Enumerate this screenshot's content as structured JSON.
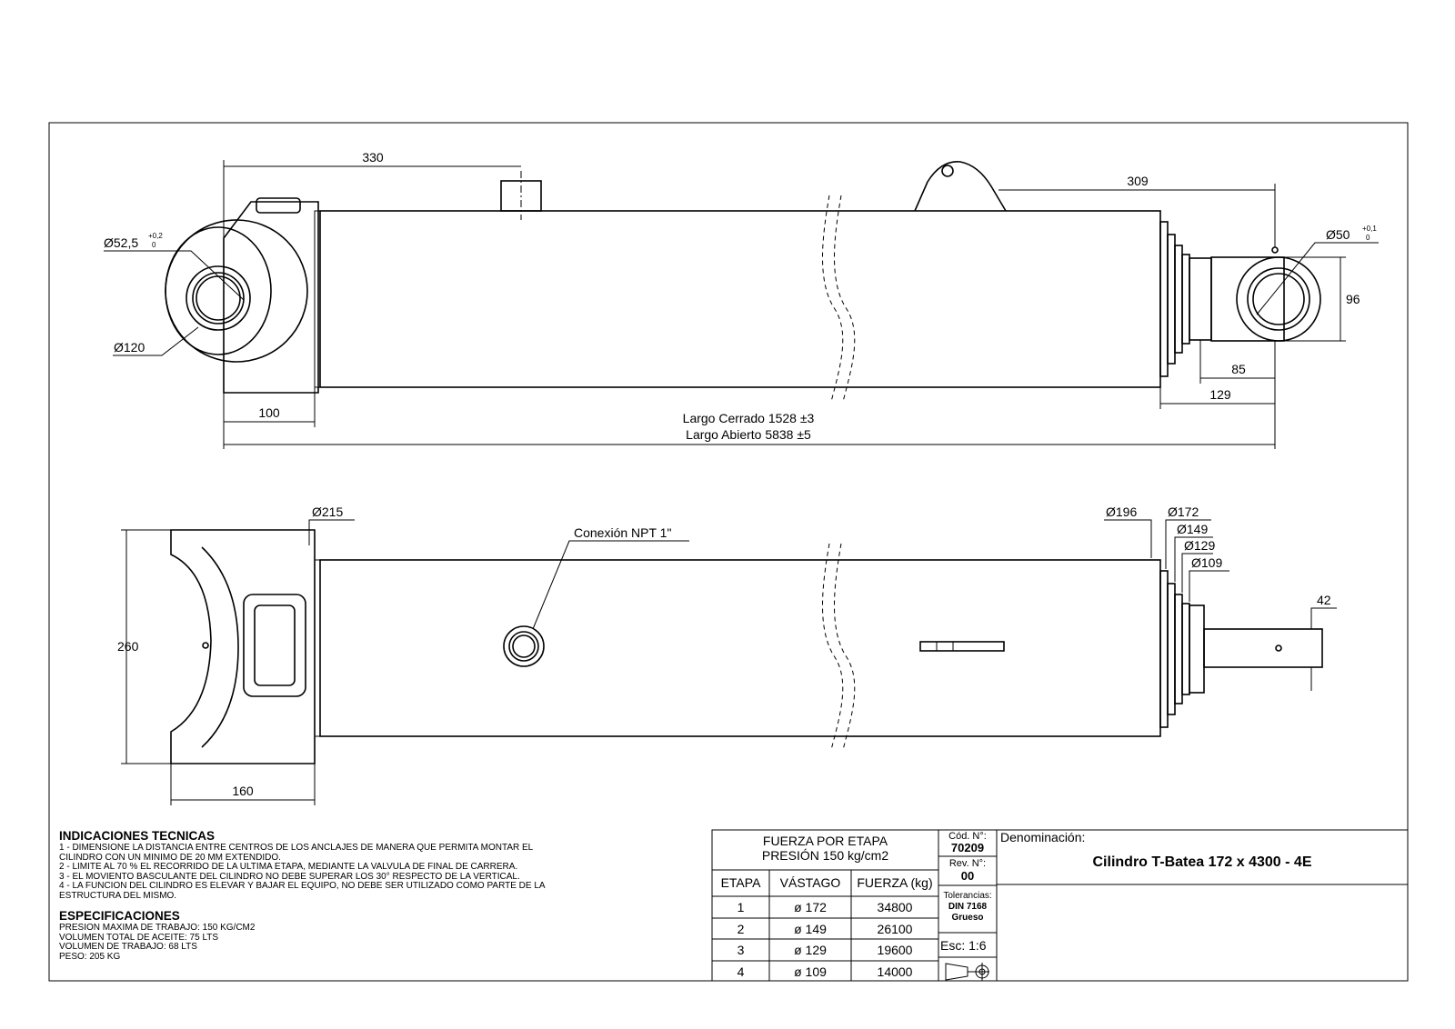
{
  "dims": {
    "d330": "330",
    "d309": "309",
    "d_pin_rear": "Ø52,5",
    "d_pin_rear_tol_top": "+0,2",
    "d_pin_rear_tol_bot": "0",
    "d_eye_rear": "Ø120",
    "d100": "100",
    "closed_len": "Largo Cerrado 1528 ±3",
    "open_len": "Largo Abierto 5838 ±5",
    "d_pin_front": "Ø50",
    "d_pin_front_tol_top": "+0,1",
    "d_pin_front_tol_bot": "0",
    "d96": "96",
    "d85": "85",
    "d129": "129",
    "d215": "Ø215",
    "npt": "Conexión NPT 1\"",
    "d196": "Ø196",
    "d172": "Ø172",
    "d149": "Ø149",
    "d129b": "Ø129",
    "d109": "Ø109",
    "d42": "42",
    "d260": "260",
    "d160": "160"
  },
  "notes": {
    "tech_title": "INDICACIONES TECNICAS",
    "tech_lines": [
      "1 - DIMENSIONE LA DISTANCIA ENTRE CENTROS DE LOS ANCLAJES DE MANERA QUE PERMITA MONTAR EL",
      "CILINDRO CON UN MINIMO DE 20 MM EXTENDIDO.",
      "2 - LIMITE AL 70 % EL RECORRIDO DE LA ULTIMA ETAPA, MEDIANTE LA VALVULA DE FINAL DE CARRERA.",
      "3 - EL MOVIENTO BASCULANTE DEL CILINDRO NO DEBE SUPERAR LOS 30° RESPECTO DE LA VERTICAL.",
      "4 - LA FUNCION DEL CILINDRO ES ELEVAR Y BAJAR EL EQUIPO, NO DEBE SER UTILIZADO COMO PARTE DE LA",
      "ESTRUCTURA DEL MISMO."
    ],
    "spec_title": "ESPECIFICACIONES",
    "spec_lines": [
      "PRESION MAXIMA DE TRABAJO: 150 KG/CM2",
      "VOLUMEN TOTAL DE ACEITE: 75 LTS",
      "VOLUMEN DE TRABAJO: 68 LTS",
      "PESO: 205 KG"
    ]
  },
  "force_table": {
    "title_line1": "FUERZA POR ETAPA",
    "title_line2": "PRESIÓN 150 kg/cm2",
    "headers": [
      "ETAPA",
      "VÁSTAGO",
      "FUERZA (kg)"
    ],
    "rows": [
      [
        "1",
        "ø 172",
        "34800"
      ],
      [
        "2",
        "ø 149",
        "26100"
      ],
      [
        "3",
        "ø 129",
        "19600"
      ],
      [
        "4",
        "ø 109",
        "14000"
      ]
    ]
  },
  "title_block": {
    "code_label": "Cód. N°:",
    "code": "70209",
    "rev_label": "Rev. N°:",
    "rev": "00",
    "tol_label": "Tolerancias:",
    "tol_std": "DIN 7168",
    "tol_class": "Grueso",
    "scale": "Esc: 1:6",
    "denom_label": "Denominación:",
    "denom": "Cilindro T-Batea 172 x 4300 - 4E"
  }
}
